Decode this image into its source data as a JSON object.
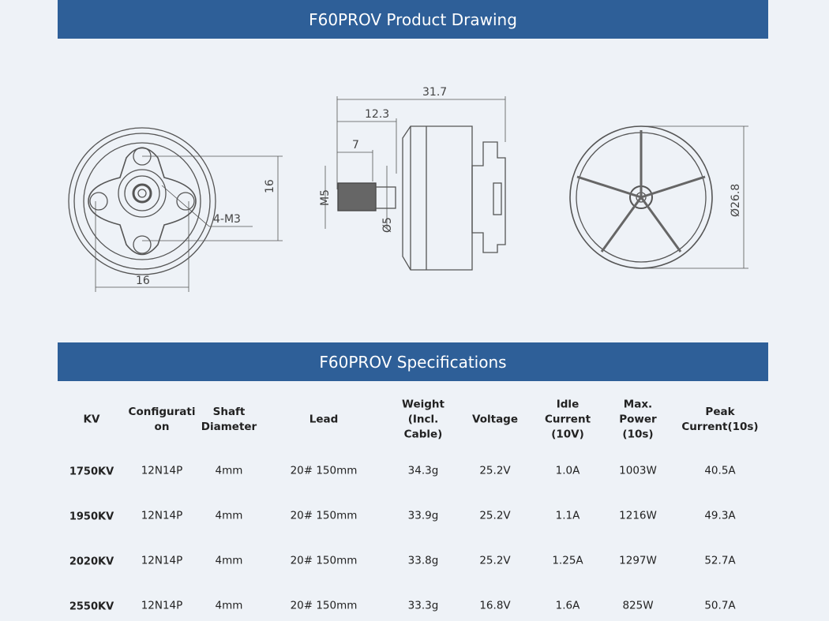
{
  "drawing_title": "F60PROV Product Drawing",
  "specs_title": "F60PROV Specifications",
  "dimensions": {
    "front_height": "16",
    "front_width": "16",
    "mount_holes": "4-M3",
    "overall_length": "31.7",
    "shaft_length": "12.3",
    "thread_length": "7",
    "thread": "M5",
    "shaft_diameter": "Ø5",
    "bell_diameter": "Ø26.8"
  },
  "table": {
    "headers": [
      "KV",
      "Configurati\non",
      "Shaft\nDiameter",
      "Lead",
      "Weight\n(Incl.\nCable)",
      "Voltage",
      "Idle\nCurrent\n(10V)",
      "Max.\nPower\n(10s)",
      "Peak\nCurrent(10s)"
    ],
    "rows": [
      [
        "1750KV",
        "12N14P",
        "4mm",
        "20# 150mm",
        "34.3g",
        "25.2V",
        "1.0A",
        "1003W",
        "40.5A"
      ],
      [
        "1950KV",
        "12N14P",
        "4mm",
        "20# 150mm",
        "33.9g",
        "25.2V",
        "1.1A",
        "1216W",
        "49.3A"
      ],
      [
        "2020KV",
        "12N14P",
        "4mm",
        "20# 150mm",
        "33.8g",
        "25.2V",
        "1.25A",
        "1297W",
        "52.7A"
      ],
      [
        "2550KV",
        "12N14P",
        "4mm",
        "20# 150mm",
        "33.3g",
        "16.8V",
        "1.6A",
        "825W",
        "50.7A"
      ]
    ]
  }
}
